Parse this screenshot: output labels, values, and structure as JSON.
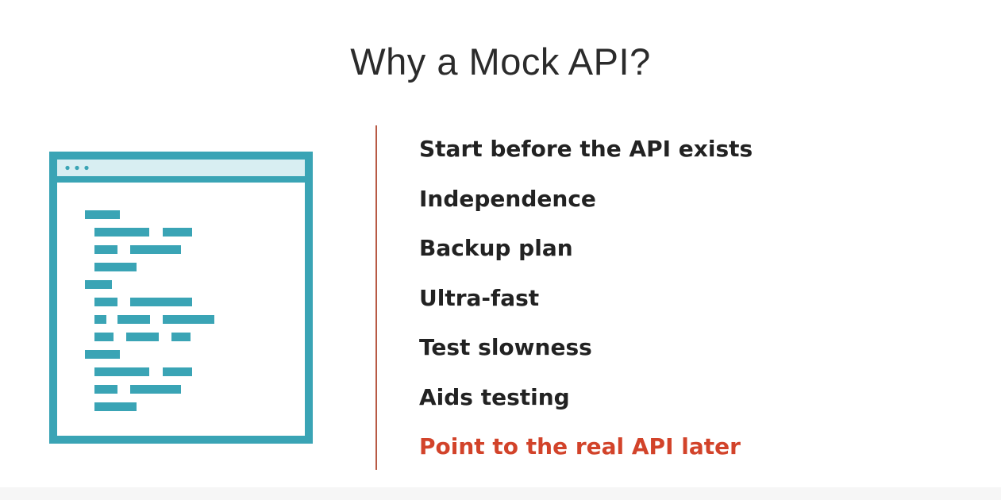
{
  "slide": {
    "title": "Why a Mock API?"
  },
  "bullets": [
    "Start before the API exists",
    "Independence",
    "Backup plan",
    "Ultra-fast",
    "Test slowness",
    "Aids testing",
    "Point to the real API later"
  ],
  "colors": {
    "accent": "#3aa4b5",
    "highlight": "#d2432a",
    "divider": "#b85a45",
    "text": "#222222"
  },
  "illustration": {
    "icon": "browser-window-code-icon"
  }
}
